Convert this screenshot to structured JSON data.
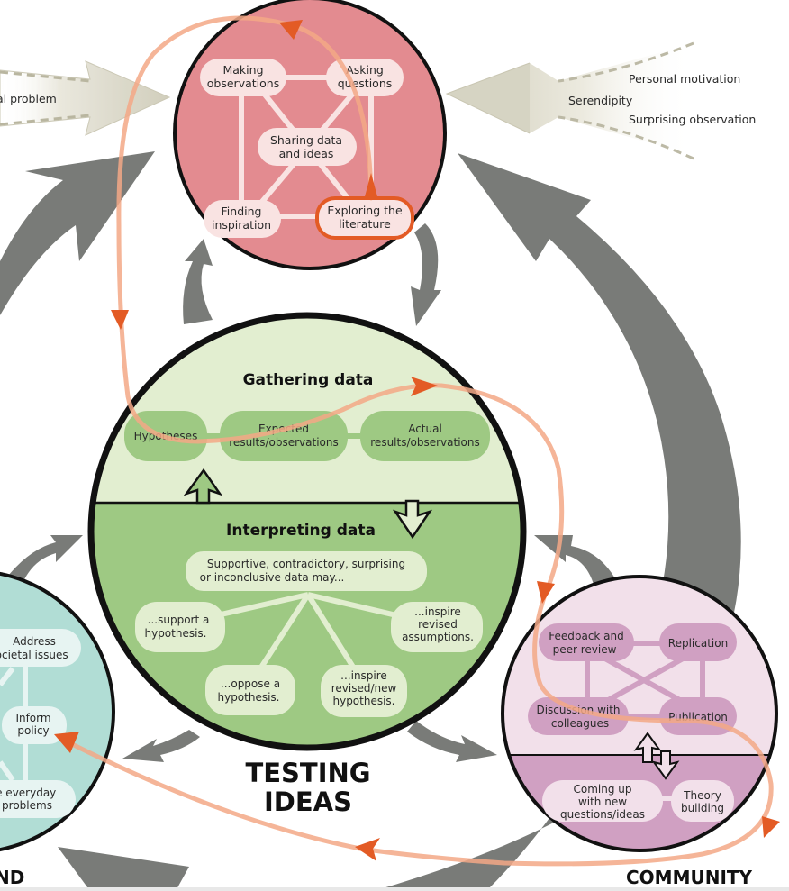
{
  "colors": {
    "gray_arrow": "#797b78",
    "explore_circle": "#e38b90",
    "explore_node": "#f9e3e2",
    "test_top": "#e2eed0",
    "test_bottom": "#9ec983",
    "test_node_top": "#9ec983",
    "test_node_bottom": "#e2eed0",
    "community_top": "#f2e0ea",
    "community_bottom": "#d0a0c2",
    "community_node_top": "#d0a0c2",
    "community_node_bottom": "#f2e0ea",
    "benefits_circle": "#b1ddd5",
    "benefits_node": "#e7f4f2",
    "path_line": "#f3a886",
    "path_arrow": "#e35b25",
    "input_arrow": "#d6d4c3"
  },
  "inputs": {
    "left_label": "al problem",
    "right_labels": [
      "Personal motivation",
      "Serendipity",
      "Surprising observation"
    ]
  },
  "exploration": {
    "nodes": [
      {
        "id": "making-observations",
        "lines": [
          "Making",
          "observations"
        ]
      },
      {
        "id": "asking-questions",
        "lines": [
          "Asking",
          "questions"
        ]
      },
      {
        "id": "sharing-data",
        "lines": [
          "Sharing data",
          "and ideas"
        ]
      },
      {
        "id": "finding-inspiration",
        "lines": [
          "Finding",
          "inspiration"
        ]
      },
      {
        "id": "exploring-literature",
        "lines": [
          "Exploring the",
          "literature"
        ]
      }
    ]
  },
  "testing": {
    "gathering_title": "Gathering data",
    "gathering_nodes": [
      {
        "id": "hypotheses",
        "lines": [
          "Hypotheses"
        ]
      },
      {
        "id": "expected-results",
        "lines": [
          "Expected",
          "results/observations"
        ]
      },
      {
        "id": "actual-results",
        "lines": [
          "Actual",
          "results/observations"
        ]
      }
    ],
    "interpreting_title": "Interpreting data",
    "interpreting_root": {
      "lines": [
        "Supportive, contradictory, surprising",
        "or inconclusive data may..."
      ]
    },
    "interpreting_nodes": [
      {
        "id": "support-hypothesis",
        "lines": [
          "...support a",
          "hypothesis."
        ]
      },
      {
        "id": "oppose-hypothesis",
        "lines": [
          "...oppose a",
          "hypothesis."
        ]
      },
      {
        "id": "inspire-new-hypothesis",
        "lines": [
          "...inspire",
          "revised/new",
          "hypothesis."
        ]
      },
      {
        "id": "inspire-assumptions",
        "lines": [
          "...inspire",
          "revised",
          "assumptions."
        ]
      }
    ],
    "label_lines": [
      "TESTING",
      "IDEAS"
    ]
  },
  "community": {
    "nodes": [
      {
        "id": "feedback-peer-review",
        "lines": [
          "Feedback and",
          "peer review"
        ]
      },
      {
        "id": "replication",
        "lines": [
          "Replication"
        ]
      },
      {
        "id": "discussion-colleagues",
        "lines": [
          "Discussion with",
          "colleagues"
        ]
      },
      {
        "id": "publication",
        "lines": [
          "Publication"
        ]
      },
      {
        "id": "new-questions",
        "lines": [
          "Coming up",
          "with new",
          "questions/ideas"
        ]
      },
      {
        "id": "theory-building",
        "lines": [
          "Theory",
          "building"
        ]
      }
    ],
    "label": "COMMUNITY"
  },
  "benefits": {
    "nodes": [
      {
        "id": "address-societal-issues",
        "lines": [
          "Address",
          "societal issues"
        ]
      },
      {
        "id": "inform-policy",
        "lines": [
          "Inform",
          "policy"
        ]
      },
      {
        "id": "solve-everyday-problems",
        "lines": [
          "Solve everyday",
          "problems"
        ]
      }
    ],
    "label_partial": "ND"
  }
}
